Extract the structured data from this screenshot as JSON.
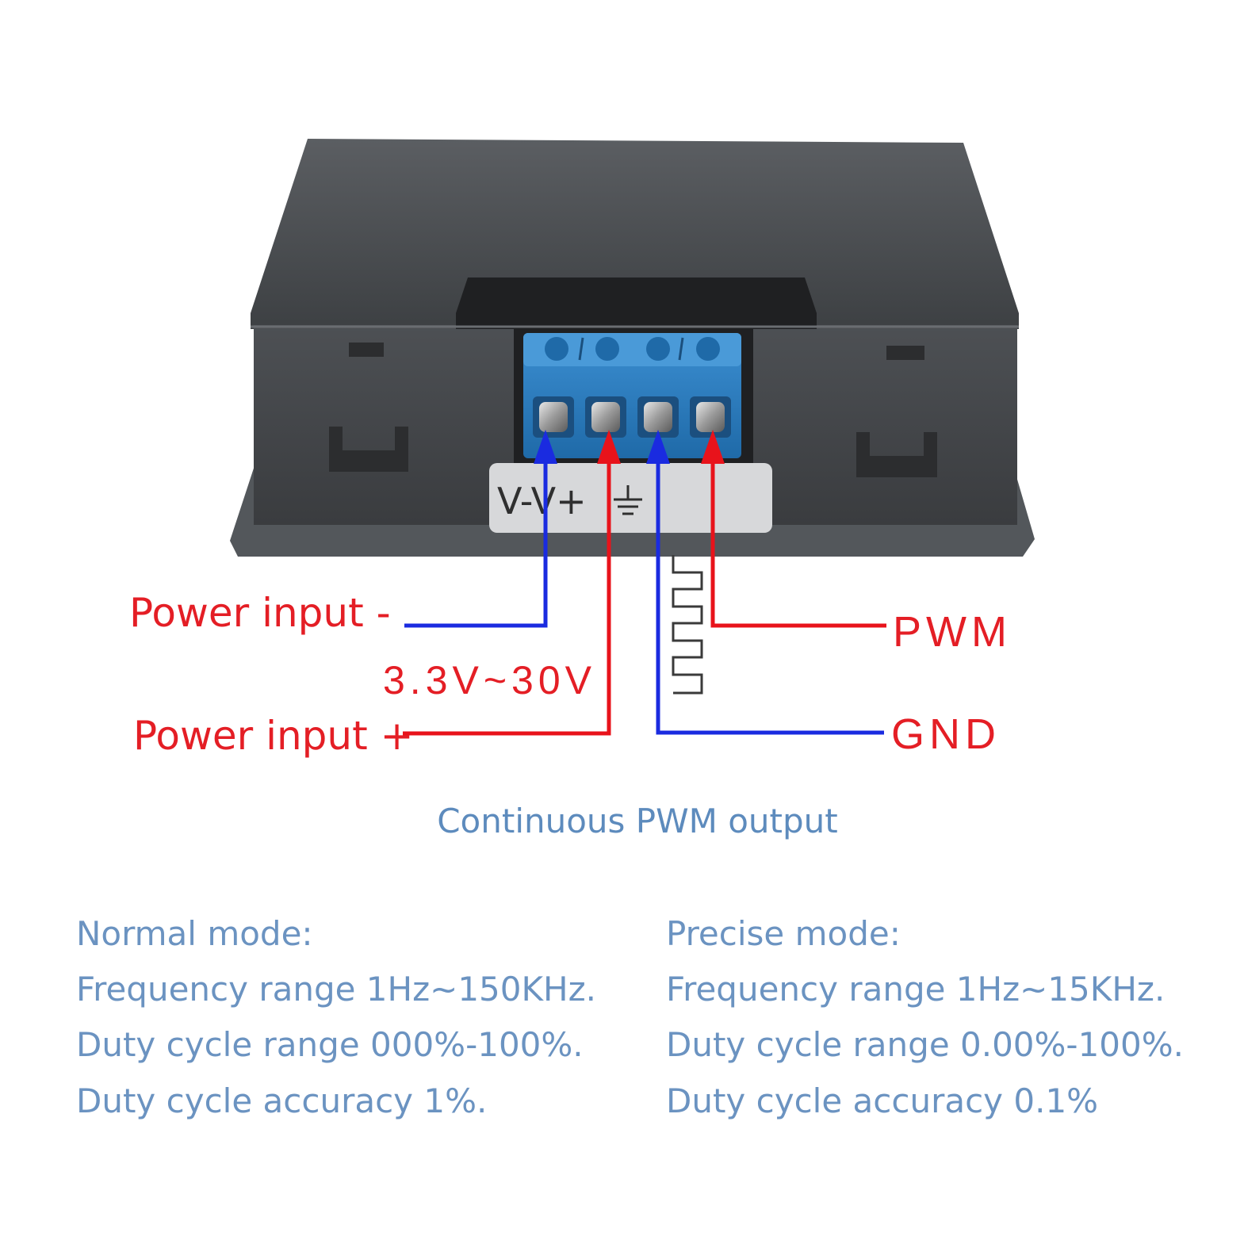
{
  "device": {
    "terminal_silkscreen": "V-V+",
    "terminal_count": 4,
    "colors": {
      "case": "#4a4c4f",
      "terminal_block": "#2f7fc1",
      "negative_wire": "#1a2be0",
      "positive_wire": "#e8131b"
    }
  },
  "labels": {
    "power_minus": "Power input -",
    "voltage_range": "3.3V~30V",
    "power_plus": "Power input +",
    "pwm": "PWM",
    "gnd": "GND"
  },
  "caption": "Continuous PWM output",
  "modes": {
    "normal": {
      "title": "Normal mode:",
      "frequency": "Frequency range 1Hz~150KHz.",
      "duty_range": "Duty cycle range 000%-100%.",
      "accuracy": "Duty cycle accuracy 1%."
    },
    "precise": {
      "title": "Precise mode:",
      "frequency": "Frequency range 1Hz~15KHz.",
      "duty_range": "Duty cycle range 0.00%-100%.",
      "accuracy": "Duty cycle accuracy 0.1%"
    }
  }
}
